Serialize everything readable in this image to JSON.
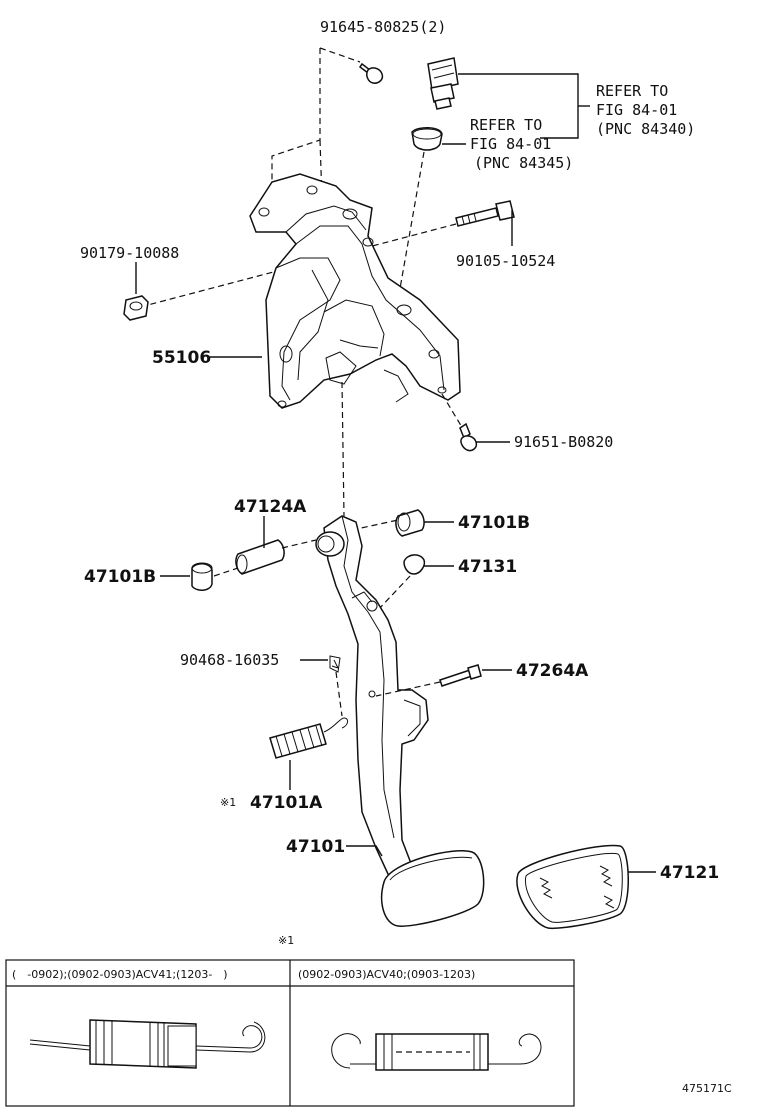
{
  "labels": {
    "p91645": "91645-80825(2)",
    "refer1_a": "REFER TO",
    "refer1_b": "FIG 84-01",
    "refer1_c": "(PNC 84340)",
    "refer2_a": "REFER TO",
    "refer2_b": "FIG 84-01",
    "refer2_c": "(PNC 84345)",
    "p90179": "90179-10088",
    "p90105": "90105-10524",
    "p55106": "55106",
    "p91651": "91651-B0820",
    "p47124A": "47124A",
    "p47101B_r": "47101B",
    "p47101B_l": "47101B",
    "p47131": "47131",
    "p90468": "90468-16035",
    "p47264A": "47264A",
    "p47101A_mark": "※1",
    "p47101A": "47101A",
    "p47101": "47101",
    "p47121": "47121"
  },
  "inset": {
    "marker": "※1",
    "left_header": "(　-0902);(0902-0903)ACV41;(1203-　)",
    "right_header": "(0902-0903)ACV40;(0903-1203)"
  },
  "figure_id": "475171C"
}
